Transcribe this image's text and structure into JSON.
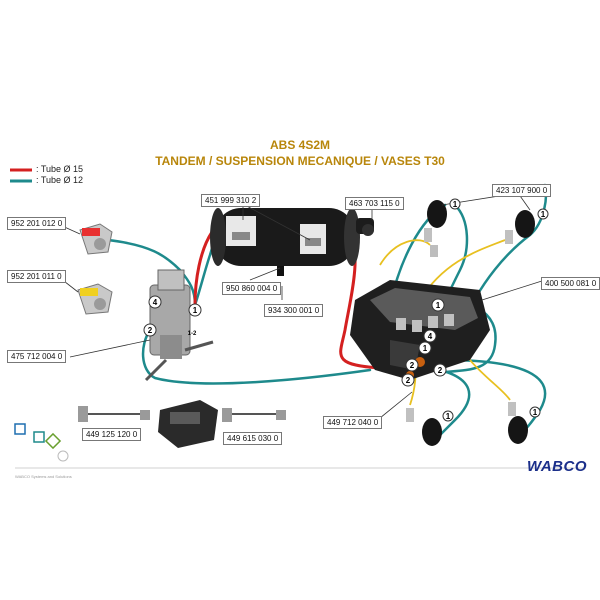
{
  "header": {
    "title_line1": "ABS  4S2M",
    "title_line2": "TANDEM / SUSPENSION MECANIQUE / VASES T30"
  },
  "legend": [
    {
      "label": ": Tube Ø 15",
      "color": "#d42020"
    },
    {
      "label": ": Tube Ø 12",
      "color": "#1e8a8c"
    }
  ],
  "part_numbers": {
    "couplinghead_red": "952 201 012 0",
    "couplinghead_yellow": "952 201 011 0",
    "handbrake_valve": "475 712 004 0",
    "reservoir": "451 999 310 2",
    "drain_valve": "950 860 004 0",
    "reservoir_plug": "934 300 001 0",
    "pressure_limiter": "463 703 115 0",
    "brake_chamber": "423 107 900 0",
    "ebs_modulator": "400 500 081 0",
    "sensor": "449 712 040 0",
    "cable_a": "449 125 120 0",
    "cable_b": "449 615 030 0"
  },
  "port_labels": [
    "4",
    "2",
    "1",
    "1-2",
    "1",
    "4",
    "1",
    "2",
    "2",
    "2",
    "1",
    "1",
    "1",
    "1"
  ],
  "colors": {
    "red_tube": "#d42020",
    "teal_tube": "#1e8a8c",
    "yellow_wire": "#e8c020",
    "title": "#b8860b",
    "brand": "#1b2f8a"
  },
  "brand": "WABCO",
  "footnote": "WABCO Systems and Solutions"
}
